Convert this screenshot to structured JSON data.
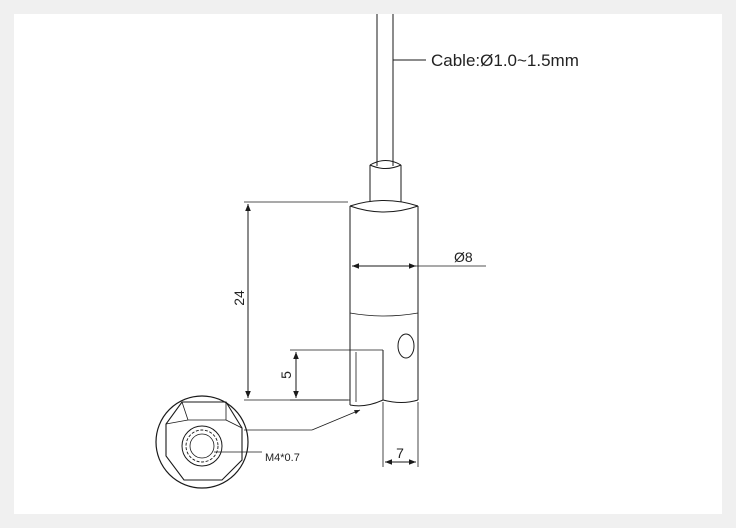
{
  "labels": {
    "cable": "Cable:Ø1.0~1.5mm",
    "diameter": "Ø8",
    "length": "24",
    "slot_height": "5",
    "width": "7",
    "thread": "M4*0.7"
  },
  "colors": {
    "background": "#f0f0f0",
    "panel": "#ffffff",
    "line": "#1a1a1a"
  }
}
